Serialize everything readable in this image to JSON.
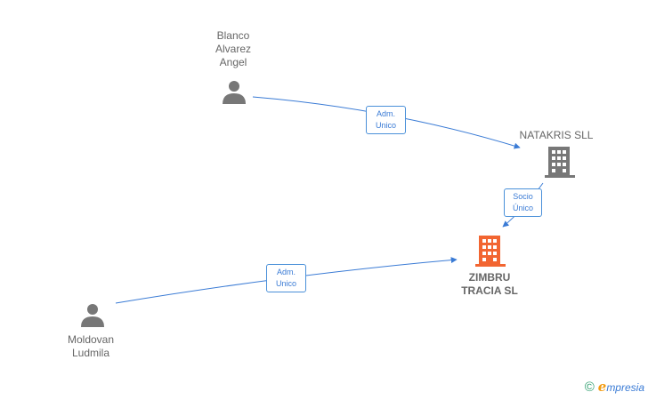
{
  "nodes": {
    "person1": {
      "name": "Blanco\nAlvarez\nAngel"
    },
    "person2": {
      "name": "Moldovan\nLudmila"
    },
    "company1": {
      "name": "NATAKRIS  SLL",
      "color": "#777777"
    },
    "company2": {
      "name": "ZIMBRU\nTRACIA  SL",
      "color": "#f26531"
    }
  },
  "edges": {
    "edge1": {
      "label": "Adm.\nUnico"
    },
    "edge2": {
      "label": "Socio\nÚnico"
    },
    "edge3": {
      "label": "Adm.\nUnico"
    }
  },
  "colors": {
    "edge": "#3a7bd5",
    "person": "#777777"
  },
  "brand": {
    "copyright": "©",
    "e": "e",
    "name": "mpresia"
  }
}
